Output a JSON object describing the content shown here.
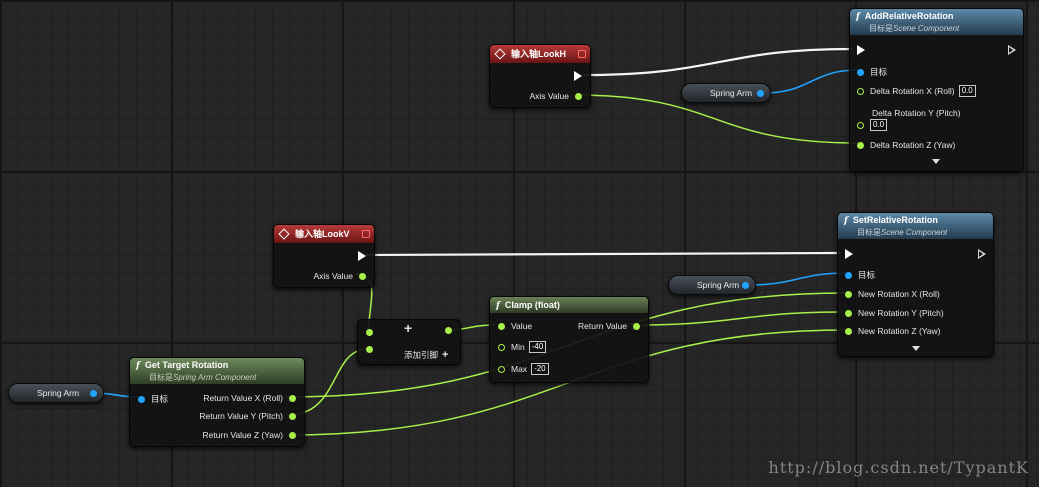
{
  "colors": {
    "exec": "#ffffff",
    "float": "#a8f04a",
    "object": "#22a3ff"
  },
  "nodes": {
    "look_h": {
      "title": "输入轴LookH",
      "axis_value": "Axis Value"
    },
    "look_v": {
      "title": "输入轴LookV",
      "axis_value": "Axis Value"
    },
    "add_rot": {
      "title": "AddRelativeRotation",
      "subtitle_prefix": "目标是",
      "subtitle_target": "Scene Component",
      "target": "目标",
      "x_label": "Delta Rotation X (Roll)",
      "x_value": "0.0",
      "y_label": "Delta Rotation Y (Pitch)",
      "y_value": "0.0",
      "z_label": "Delta Rotation Z (Yaw)"
    },
    "set_rot": {
      "title": "SetRelativeRotation",
      "subtitle_prefix": "目标是",
      "subtitle_target": "Scene Component",
      "target": "目标",
      "x_label": "New Rotation X (Roll)",
      "y_label": "New Rotation Y (Pitch)",
      "z_label": "New Rotation Z (Yaw)"
    },
    "get_rot": {
      "title": "Get Target Rotation",
      "subtitle_prefix": "目标是",
      "subtitle_target": "Spring Arm Component",
      "target": "目标",
      "x_label": "Return Value X (Roll)",
      "y_label": "Return Value Y (Pitch)",
      "z_label": "Return Value Z (Yaw)"
    },
    "clamp": {
      "title": "Clamp (float)",
      "value": "Value",
      "return_value": "Return Value",
      "min_label": "Min",
      "min_value": "-40",
      "max_label": "Max",
      "max_value": "-20"
    },
    "add": {
      "symbol": "+",
      "add_pin_label": "添加引脚",
      "add_pin_symbol": "+"
    }
  },
  "variables": {
    "spring_arm_1": "Spring Arm",
    "spring_arm_2": "Spring Arm",
    "spring_arm_3": "Spring Arm"
  },
  "watermark": "http://blog.csdn.net/TypantK"
}
